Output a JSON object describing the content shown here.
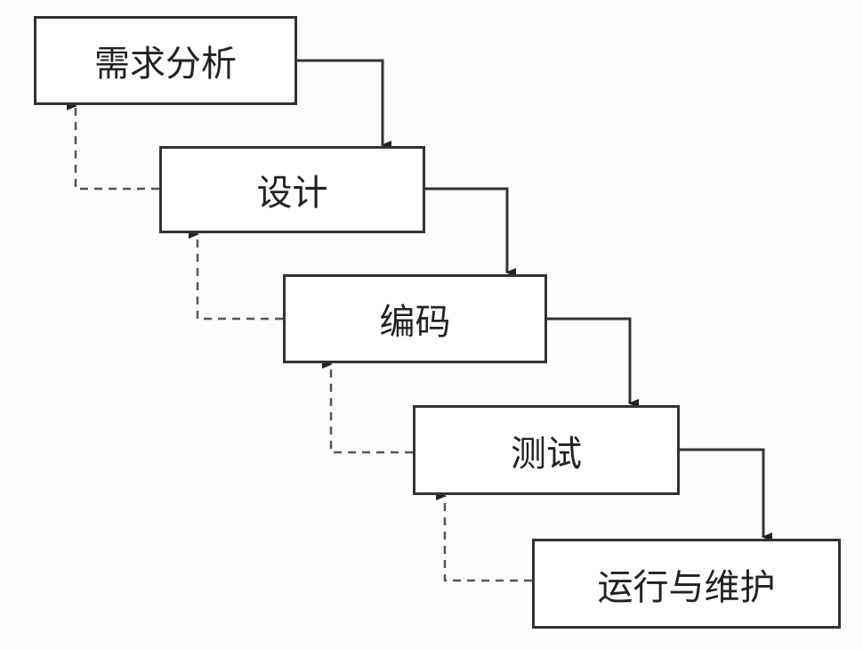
{
  "diagram": {
    "type": "waterfall-model",
    "stages": [
      {
        "label": "需求分析"
      },
      {
        "label": "设计"
      },
      {
        "label": "编码"
      },
      {
        "label": "测试"
      },
      {
        "label": "运行与维护"
      }
    ],
    "colors": {
      "border": "#333333",
      "forward_arrow": "#333333",
      "feedback_arrow": "#555555"
    }
  }
}
